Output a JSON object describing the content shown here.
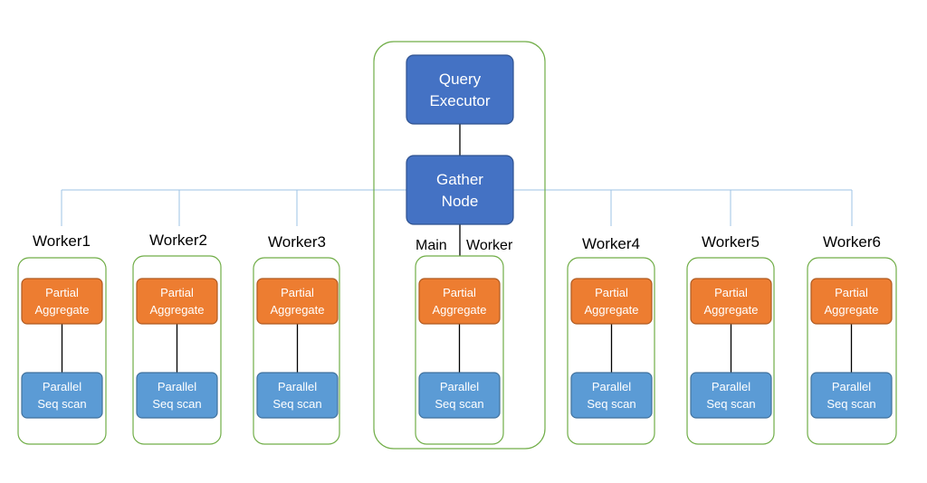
{
  "colors": {
    "main_box_fill": "#4472C4",
    "main_box_stroke": "#2F528F",
    "aggregate_fill": "#ED7D31",
    "aggregate_stroke": "#AE5A21",
    "scan_fill": "#5B9BD5",
    "scan_stroke": "#41719C",
    "group_border": "#70AD47",
    "bus_line": "#9DC3E6",
    "edge_line": "#000000"
  },
  "main": {
    "query_executor": [
      "Query",
      "Executor"
    ],
    "gather_node": [
      "Gather",
      "Node"
    ],
    "main_label": "Main",
    "worker_label": "Worker"
  },
  "workers": [
    {
      "label": "Worker1",
      "aggregate": [
        "Partial",
        "Aggregate"
      ],
      "scan": [
        "Parallel",
        "Seq scan"
      ]
    },
    {
      "label": "Worker2",
      "aggregate": [
        "Partial",
        "Aggregate"
      ],
      "scan": [
        "Parallel",
        "Seq scan"
      ]
    },
    {
      "label": "Worker3",
      "aggregate": [
        "Partial",
        "Aggregate"
      ],
      "scan": [
        "Parallel",
        "Seq scan"
      ]
    },
    {
      "label": "",
      "aggregate": [
        "Partial",
        "Aggregate"
      ],
      "scan": [
        "Parallel",
        "Seq scan"
      ]
    },
    {
      "label": "Worker4",
      "aggregate": [
        "Partial",
        "Aggregate"
      ],
      "scan": [
        "Parallel",
        "Seq scan"
      ]
    },
    {
      "label": "Worker5",
      "aggregate": [
        "Partial",
        "Aggregate"
      ],
      "scan": [
        "Parallel",
        "Seq scan"
      ]
    },
    {
      "label": "Worker6",
      "aggregate": [
        "Partial",
        "Aggregate"
      ],
      "scan": [
        "Parallel",
        "Seq scan"
      ]
    }
  ]
}
